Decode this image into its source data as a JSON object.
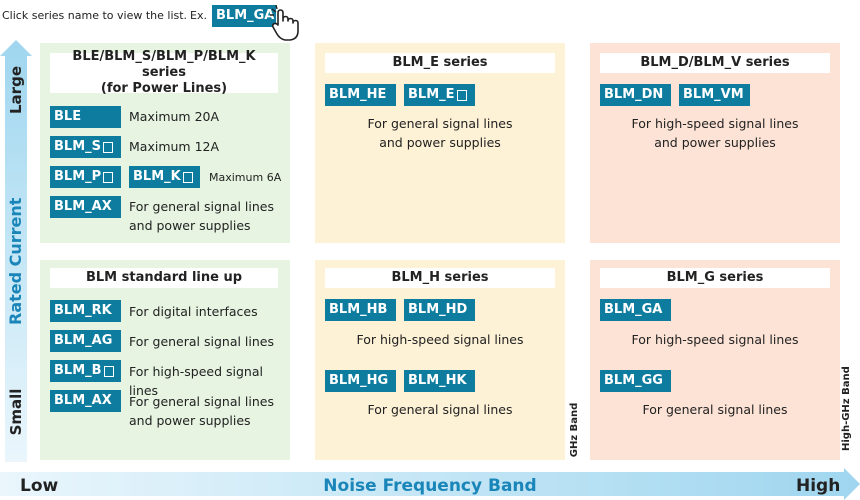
{
  "hint": {
    "text": "Click series name to view the list.",
    "ex_label": "Ex.",
    "ex_chip": "BLM_GA"
  },
  "axis": {
    "y_label": "Rated Current",
    "y_large": "Large",
    "y_small": "Small",
    "x_label": "Noise Frequency Band",
    "x_low": "Low",
    "x_high": "High",
    "ghz_band": "GHz Band",
    "high_ghz_band": "High-GHz Band"
  },
  "panels": {
    "power": {
      "title_line1": "BLE/BLM_S/BLM_P/BLM_K series",
      "title_line2": "(for Power Lines)",
      "ble": "BLE",
      "ble_desc": "Maximum 20A",
      "blms": "BLM_S",
      "blms_desc": "Maximum 12A",
      "blmp": "BLM_P",
      "blmk": "BLM_K",
      "blmpk_desc": "Maximum 6A",
      "blmax": "BLM_AX",
      "blmax_desc1": "For general signal lines",
      "blmax_desc2": "and power supplies"
    },
    "e_series": {
      "title": "BLM_E series",
      "chip1": "BLM_HE",
      "chip2": "BLM_E",
      "desc1": "For general signal lines",
      "desc2": "and power supplies"
    },
    "dv_series": {
      "title": "BLM_D/BLM_V  series",
      "chip1": "BLM_DN",
      "chip2": "BLM_VM",
      "desc1": "For high-speed signal lines",
      "desc2": "and power supplies"
    },
    "standard": {
      "title": "BLM standard line up",
      "rk": "BLM_RK",
      "rk_desc": "For digital interfaces",
      "ag": "BLM_AG",
      "ag_desc": "For general signal lines",
      "b": "BLM_B",
      "b_desc": "For high-speed signal lines",
      "ax": "BLM_AX",
      "ax_desc1": "For general signal lines",
      "ax_desc2": "and power supplies"
    },
    "h_series": {
      "title": "BLM_H series",
      "hb": "BLM_HB",
      "hd": "BLM_HD",
      "desc_top": "For high-speed signal lines",
      "hg": "BLM_HG",
      "hk": "BLM_HK",
      "desc_bottom": "For general signal lines"
    },
    "g_series": {
      "title": "BLM_G series",
      "ga": "BLM_GA",
      "desc_top": "For high-speed signal lines",
      "gg": "BLM_GG",
      "desc_bottom": "For general signal lines"
    }
  },
  "colors": {
    "chip": "#0e7c9e",
    "axis_text": "#1a85b8",
    "green": "#e7f4e2",
    "yellow": "#fdf1d6",
    "salmon": "#fde3d6"
  }
}
